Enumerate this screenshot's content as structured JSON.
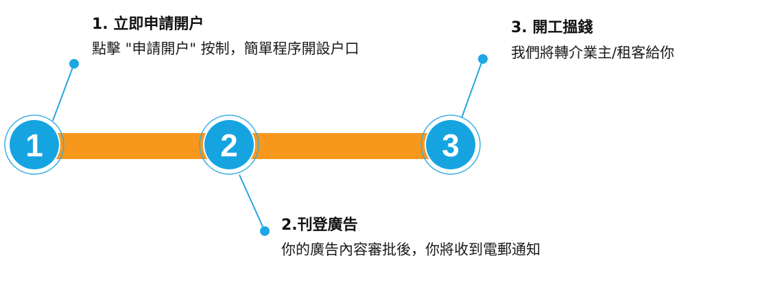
{
  "colors": {
    "bar": "#f7981d",
    "circle": "#16a4e1",
    "ring": "#36ade3",
    "connector": "#26a4dc",
    "dot": "#1ea7e4",
    "number": "#ffffff"
  },
  "steps": [
    {
      "number": "1",
      "title": "1. 立即申請開户",
      "description": "點擊 \"申請開户\" 按制，簡單程序開設户口"
    },
    {
      "number": "2",
      "title": "2.刊登廣告",
      "description": "你的廣告內容審批後，你將收到電郵通知"
    },
    {
      "number": "3",
      "title": "3. 開工搵錢",
      "description": "我們將轉介業主/租客給你"
    }
  ]
}
